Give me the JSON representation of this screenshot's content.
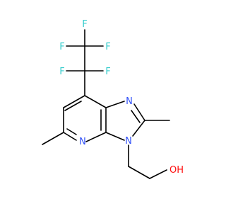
{
  "molecule": {
    "atom_labels": {
      "f1": "F",
      "f2": "F",
      "f3": "F",
      "f4": "F",
      "f5": "F",
      "n_imidazole": "N",
      "n_pyridine": "N",
      "n_substituted": "N",
      "hydroxyl": "OH"
    },
    "colors": {
      "bond": "#000000",
      "fluorine": "#33cccc",
      "nitrogen": "#3050f8",
      "oxygen": "#ff0d0d"
    }
  }
}
